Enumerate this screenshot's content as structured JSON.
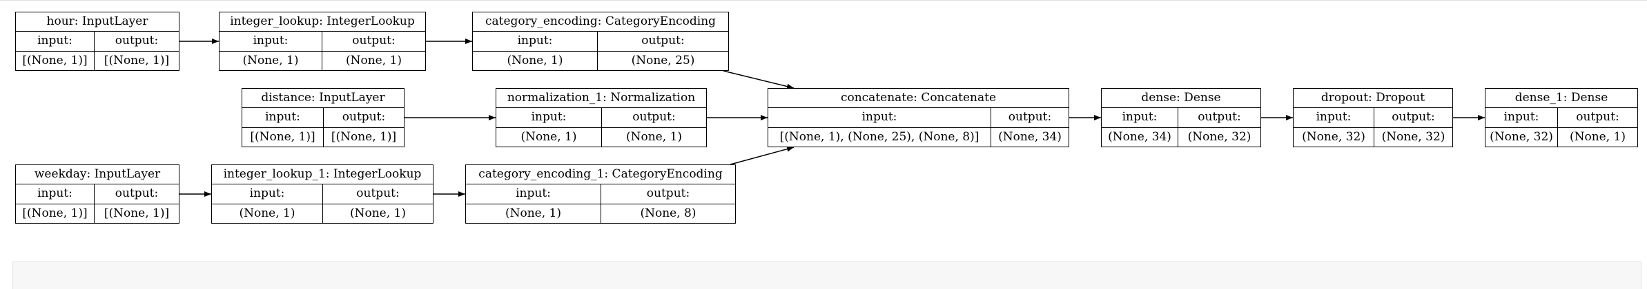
{
  "nodes": [
    {
      "id": "hour",
      "title": "hour: InputLayer",
      "in_label": "input:",
      "out_label": "output:",
      "in_val": "[(None, 1)]",
      "out_val": "[(None, 1)]"
    },
    {
      "id": "integer_lookup",
      "title": "integer_lookup: IntegerLookup",
      "in_label": "input:",
      "out_label": "output:",
      "in_val": "(None, 1)",
      "out_val": "(None, 1)"
    },
    {
      "id": "category_encoding",
      "title": "category_encoding: CategoryEncoding",
      "in_label": "input:",
      "out_label": "output:",
      "in_val": "(None, 1)",
      "out_val": "(None, 25)"
    },
    {
      "id": "distance",
      "title": "distance: InputLayer",
      "in_label": "input:",
      "out_label": "output:",
      "in_val": "[(None, 1)]",
      "out_val": "[(None, 1)]"
    },
    {
      "id": "normalization_1",
      "title": "normalization_1: Normalization",
      "in_label": "input:",
      "out_label": "output:",
      "in_val": "(None, 1)",
      "out_val": "(None, 1)"
    },
    {
      "id": "weekday",
      "title": "weekday: InputLayer",
      "in_label": "input:",
      "out_label": "output:",
      "in_val": "[(None, 1)]",
      "out_val": "[(None, 1)]"
    },
    {
      "id": "integer_lookup_1",
      "title": "integer_lookup_1: IntegerLookup",
      "in_label": "input:",
      "out_label": "output:",
      "in_val": "(None, 1)",
      "out_val": "(None, 1)"
    },
    {
      "id": "category_encoding_1",
      "title": "category_encoding_1: CategoryEncoding",
      "in_label": "input:",
      "out_label": "output:",
      "in_val": "(None, 1)",
      "out_val": "(None, 8)"
    },
    {
      "id": "concatenate",
      "title": "concatenate: Concatenate",
      "in_label": "input:",
      "out_label": "output:",
      "in_val": "[(None, 1), (None, 25), (None, 8)]",
      "out_val": "(None, 34)"
    },
    {
      "id": "dense",
      "title": "dense: Dense",
      "in_label": "input:",
      "out_label": "output:",
      "in_val": "(None, 34)",
      "out_val": "(None, 32)"
    },
    {
      "id": "dropout",
      "title": "dropout: Dropout",
      "in_label": "input:",
      "out_label": "output:",
      "in_val": "(None, 32)",
      "out_val": "(None, 32)"
    },
    {
      "id": "dense_1",
      "title": "dense_1: Dense",
      "in_label": "input:",
      "out_label": "output:",
      "in_val": "(None, 32)",
      "out_val": "(None, 1)"
    }
  ],
  "edges": [
    {
      "from": "hour",
      "to": "integer_lookup"
    },
    {
      "from": "integer_lookup",
      "to": "category_encoding"
    },
    {
      "from": "category_encoding",
      "to": "concatenate"
    },
    {
      "from": "distance",
      "to": "normalization_1"
    },
    {
      "from": "normalization_1",
      "to": "concatenate"
    },
    {
      "from": "weekday",
      "to": "integer_lookup_1"
    },
    {
      "from": "integer_lookup_1",
      "to": "category_encoding_1"
    },
    {
      "from": "category_encoding_1",
      "to": "concatenate"
    },
    {
      "from": "concatenate",
      "to": "dense"
    },
    {
      "from": "dense",
      "to": "dropout"
    },
    {
      "from": "dropout",
      "to": "dense_1"
    }
  ]
}
